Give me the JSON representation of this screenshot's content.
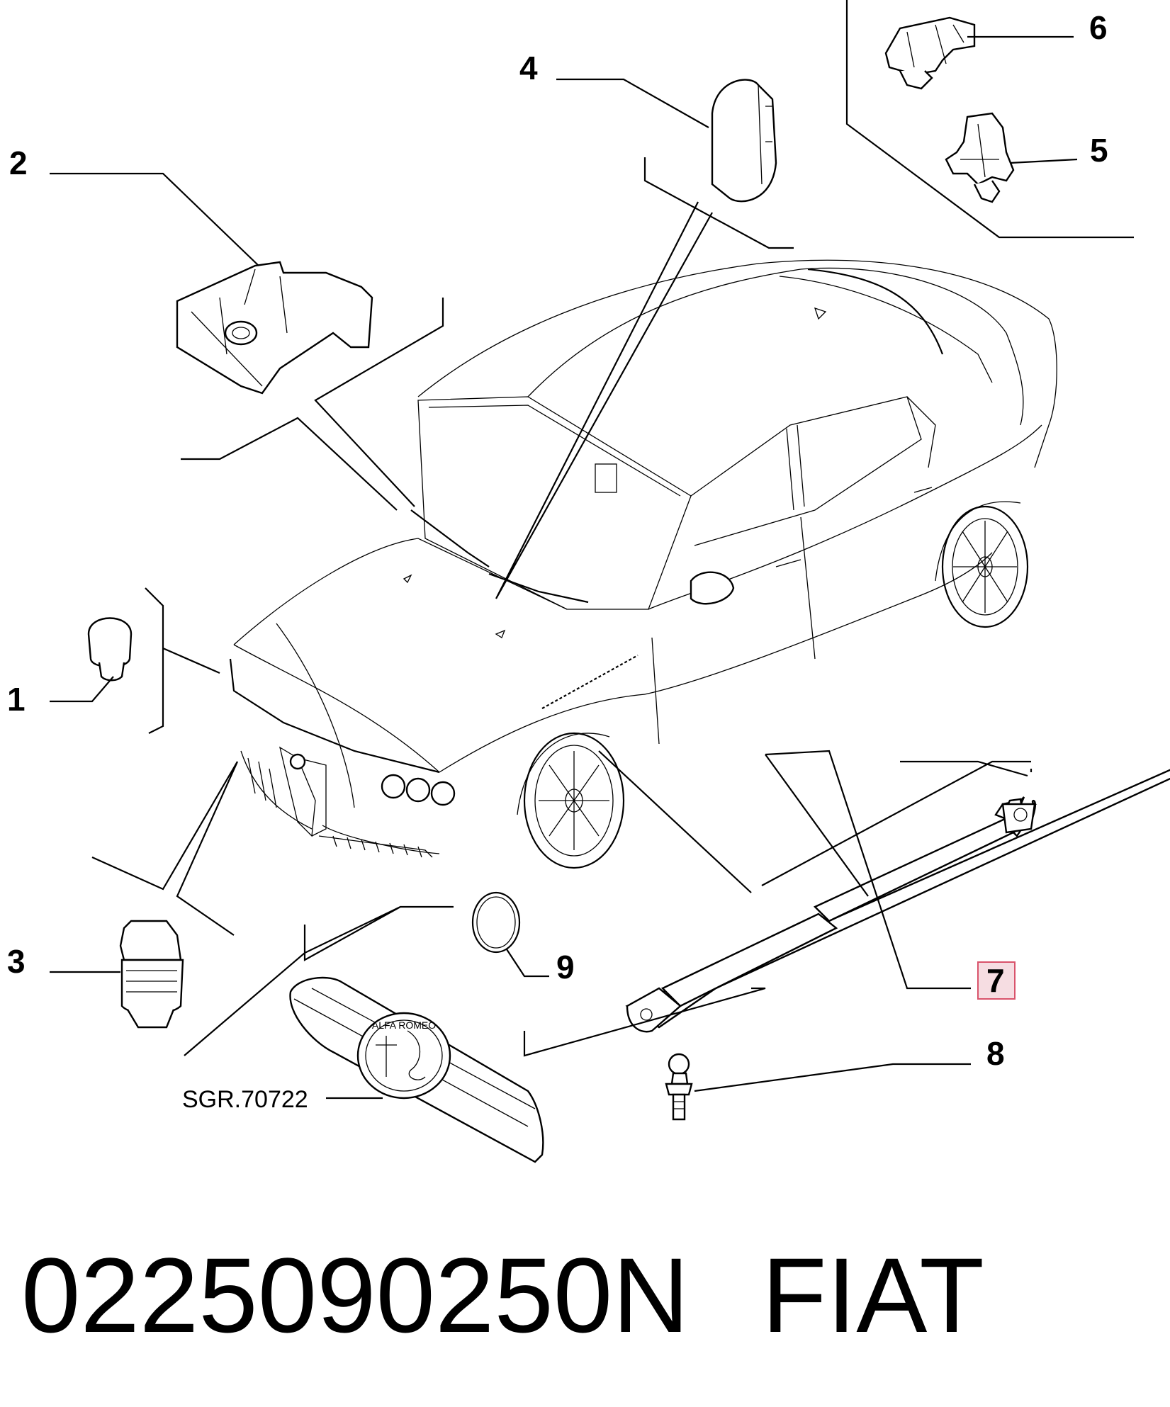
{
  "callouts": {
    "c1": "1",
    "c2": "2",
    "c3": "3",
    "c4": "4",
    "c5": "5",
    "c6": "6",
    "c7": "7",
    "c8": "8",
    "c9": "9"
  },
  "highlight_color": "#d9536b",
  "highlight_fill": "#f6dde2",
  "drawing_code": "SGR.70722",
  "footer": {
    "part_number": "0225090250N",
    "brand": "FIAT"
  },
  "emblem_text": "ALFA ROMEO"
}
